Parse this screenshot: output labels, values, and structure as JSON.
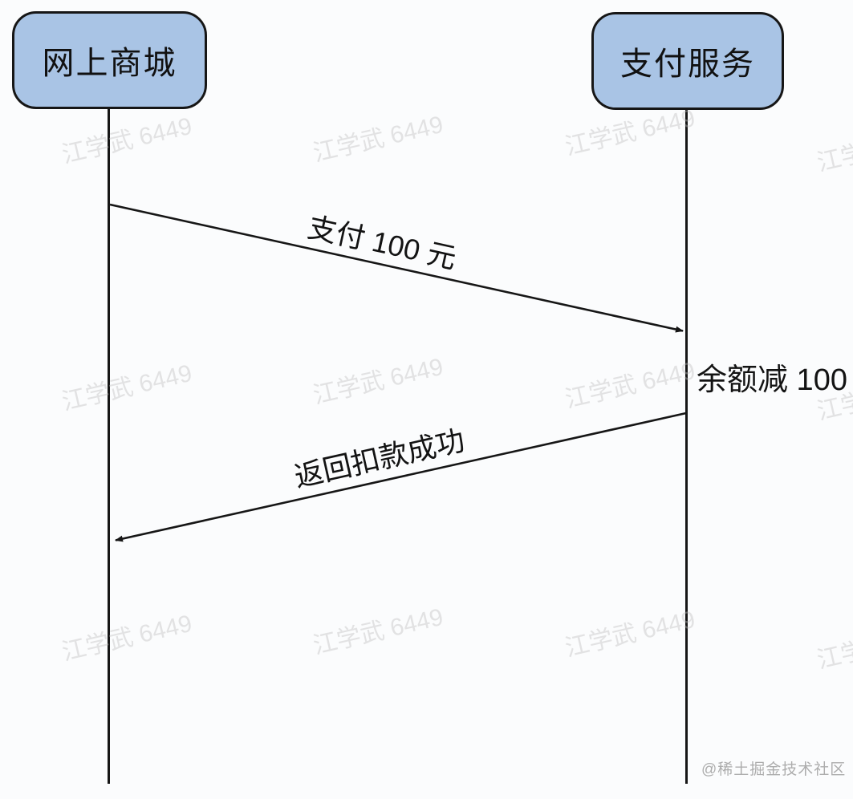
{
  "diagram": {
    "type": "sequence",
    "actors": [
      {
        "id": "online-mall",
        "label": "网上商城"
      },
      {
        "id": "payment-service",
        "label": "支付服务"
      }
    ],
    "messages": [
      {
        "from": "online-mall",
        "to": "payment-service",
        "label": "支付 100 元"
      },
      {
        "from": "payment-service",
        "to": "online-mall",
        "label": "返回扣款成功"
      }
    ],
    "note": {
      "attached_to": "payment-service",
      "label": "余额减 100"
    }
  },
  "watermark": {
    "text": "江学武 6449"
  },
  "credit": {
    "text": "@稀土掘金技术社区"
  },
  "colors": {
    "actor_fill": "#a9c4e5",
    "stroke": "#161616",
    "watermark": "rgba(190,190,190,0.42)",
    "credit": "#adadad",
    "background": "#fbfcfd"
  }
}
